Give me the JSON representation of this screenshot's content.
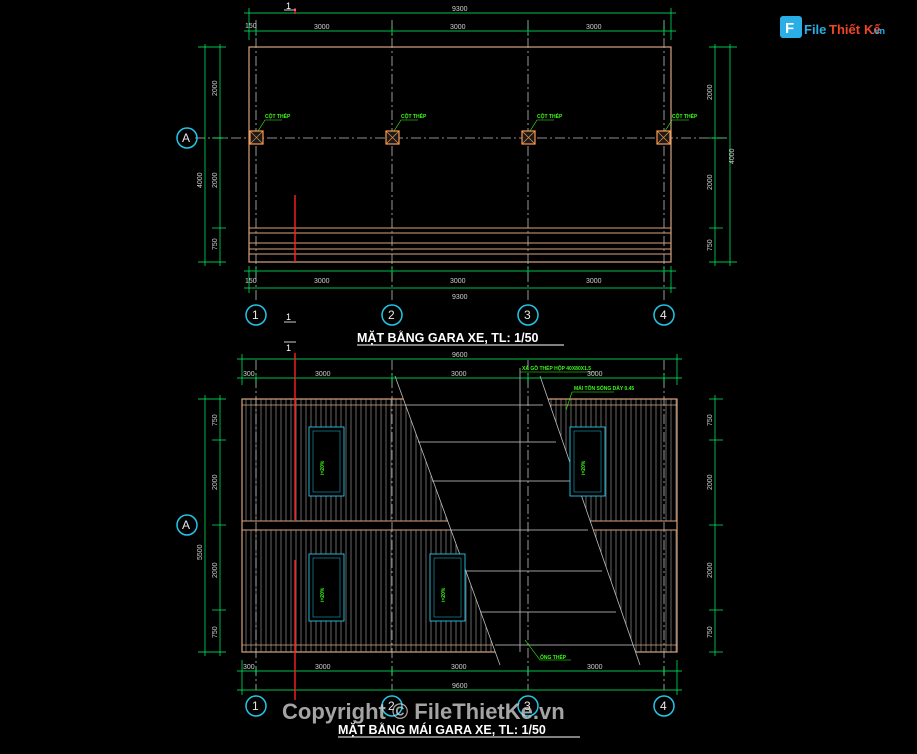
{
  "logo": {
    "icon_text": "F",
    "word1": "File",
    "word2": "Thiết",
    "word3": "Kế",
    "suffix": ".vn"
  },
  "plan_top": {
    "title": "MẶT BẰNG GARA XE, TL: 1/50",
    "overall_width": "9300",
    "edge_offset": "150",
    "bay_spans": [
      "3000",
      "3000",
      "3000"
    ],
    "left_dims": [
      "2000",
      "2000",
      "750"
    ],
    "left_total": "4000",
    "right_dims": [
      "2000",
      "2000",
      "750"
    ],
    "right_total": "4000",
    "column_label": "CỘT THÉP",
    "section_marker": "1"
  },
  "plan_roof": {
    "title": "MẶT BẰNG MÁI GARA XE, TL: 1/50",
    "overall_width": "9600",
    "edge_offset": "300",
    "bay_spans": [
      "3000",
      "3000",
      "3000"
    ],
    "left_dims": [
      "750",
      "2000",
      "2000",
      "750"
    ],
    "left_total": "5500",
    "right_dims": [
      "750",
      "2000",
      "2000",
      "750"
    ],
    "note_purlin": "XÀ GỒ THÉP HỘP 40X80X1.5",
    "note_roof": "MÁI TÔN SÓNG DÀY 0.45",
    "note_pipe": "ỐNG THÉP",
    "window_label": "i=20%",
    "section_marker": "1"
  },
  "grid": {
    "axes": [
      "1",
      "2",
      "3",
      "4"
    ],
    "row": "A"
  },
  "watermark": "Copyright © FileThietKe.vn",
  "colors": {
    "background": "#000000",
    "wall": "#d7a47c",
    "dimension": "#00ff66",
    "grid_bubble": "#23c6e8",
    "section_line": "#ff2020",
    "axis": "#cfcfcf",
    "note": "#39ff14"
  }
}
